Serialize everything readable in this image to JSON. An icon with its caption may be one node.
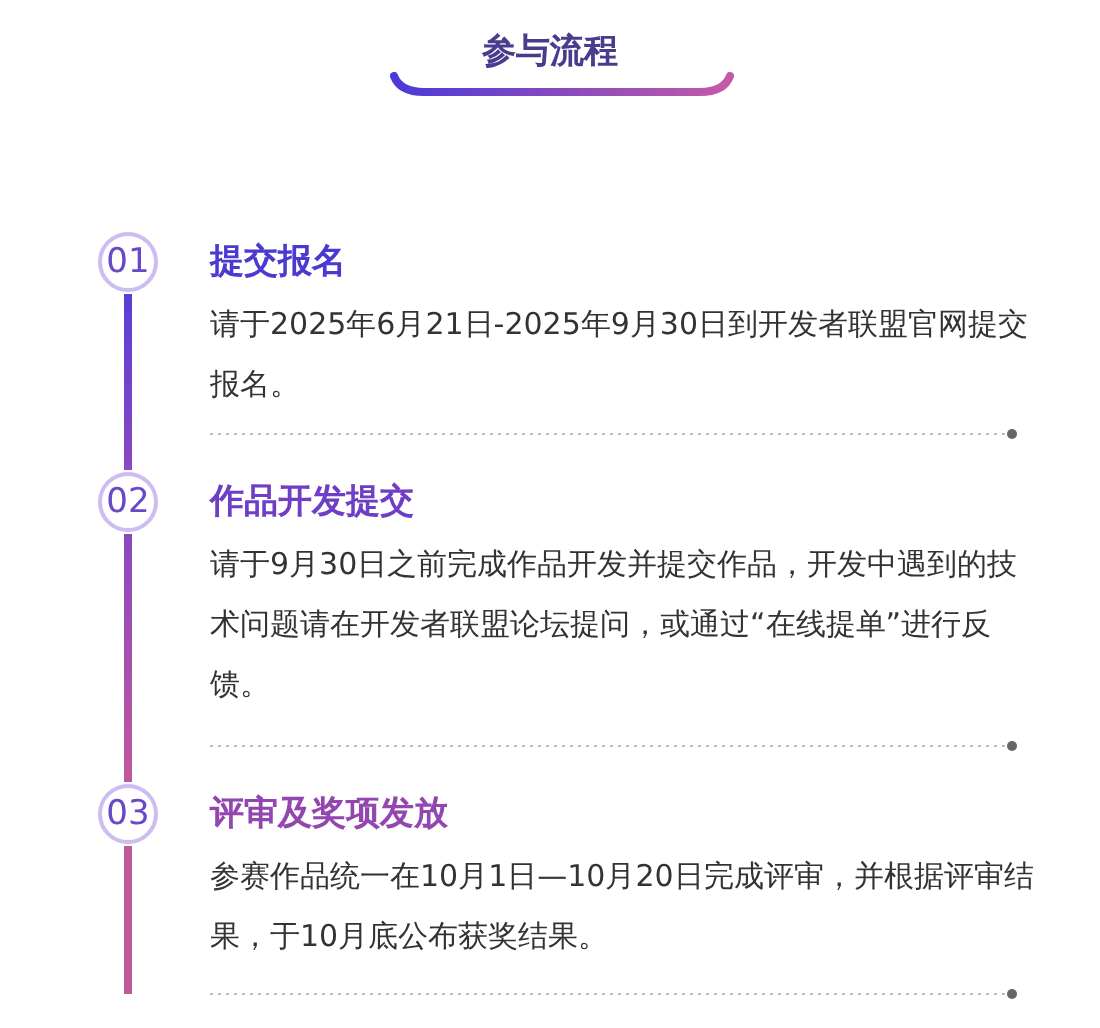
{
  "diagram": {
    "title": "参与流程",
    "nodes": [
      {
        "text": [
          "01"
        ],
        "beside": [
          "提交报名",
          "请于2025年6月21日-2025年9月30日到开发者联盟官网提交报名。"
        ]
      },
      {
        "text": [
          "02"
        ],
        "beside": [
          "作品开发提交",
          "请于9月30日之前完成作品开发并提交作品，开发中遇到的技术问题请在开发者联盟论坛提问，或通过“在线提单”进行反馈。"
        ]
      },
      {
        "text": [
          "03"
        ],
        "beside": [
          "评审及奖项发放",
          "参赛作品统一在10月1日—10月20日完成评审，并根据评审结果，于10月底公布获奖结果。"
        ]
      }
    ],
    "edges": [
      {
        "from": 0,
        "to": 1,
        "arrow": "none"
      },
      {
        "from": 1,
        "to": 2,
        "arrow": "none"
      },
      {
        "from": 2,
        "to": null,
        "arrow": "none"
      }
    ]
  }
}
